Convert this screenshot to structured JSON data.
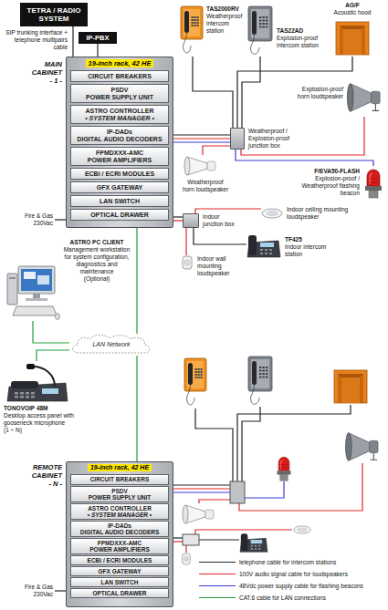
{
  "diagram": {
    "nodes": [
      {
        "text": [
          "TETRA / RADIO SYSTEM"
        ]
      },
      {
        "text": [
          "IP-PBX"
        ]
      },
      {
        "text": [
          "19-inch rack, 42 HE"
        ]
      },
      {
        "text": [
          "CIRCUIT BREAKERS"
        ],
        "in": 2
      },
      {
        "text": [
          "PSDV",
          "POWER SUPPLY UNIT"
        ],
        "in": 2
      },
      {
        "text": [
          "ASTRO CONTROLLER",
          "• SYSTEM MANAGER •"
        ],
        "in": 2
      },
      {
        "text": [
          "IP-DADs",
          "DIGITAL AUDIO DECODERS"
        ],
        "in": 2
      },
      {
        "text": [
          "FPMDXXX-AMC",
          "POWER AMPLIFIERS"
        ],
        "in": 2
      },
      {
        "text": [
          "ECBI / ECRI MODULES"
        ],
        "in": 2
      },
      {
        "text": [
          "GFX GATEWAY"
        ],
        "in": 2
      },
      {
        "text": [
          "LAN SWITCH"
        ],
        "in": 2
      },
      {
        "text": [
          "OPTICAL DRAWER"
        ],
        "in": 2
      },
      {
        "text": [
          "TAS2000RV",
          "Weatherproof intercom station"
        ]
      },
      {
        "text": [
          "TAS22AD",
          "Explosion-proof intercom station"
        ]
      },
      {
        "text": [
          "AG/F",
          "Acoustic hood"
        ]
      },
      {
        "text": [
          "Explosion-proof horn loudspeaker"
        ]
      },
      {
        "text": [
          "Weatherproof / Explosion-proof junction box"
        ]
      },
      {
        "text": [
          "Weatherproof horn loudspeaker"
        ]
      },
      {
        "text": [
          "F/EVA50-FLASH",
          "Explosion-proof / Weatherproof flashing beacon"
        ]
      },
      {
        "text": [
          "Indoor junction box"
        ]
      },
      {
        "text": [
          "Indoor ceiling mounting loudspeaker"
        ]
      },
      {
        "text": [
          "TF425",
          "Indoor intercom station"
        ]
      },
      {
        "text": [
          "Indoor wall mounting loudspeaker"
        ]
      },
      {
        "text": [
          "ASTRO PC CLIENT",
          "Management workstation for system configuration, diagnostics and maintenance",
          "(Optional)"
        ]
      },
      {
        "text": [
          "LAN Network"
        ]
      },
      {
        "text": [
          "TONOVOIP 48M",
          "Desktop access panel with gooseneck microphone",
          "(1 ÷ N)"
        ]
      },
      {
        "text": [
          "19-inch rack, 42 HE"
        ]
      },
      {
        "text": [
          "CIRCUIT BREAKERS"
        ],
        "in": 26
      },
      {
        "text": [
          "PSDV",
          "POWER SUPPLY UNIT"
        ],
        "in": 26
      },
      {
        "text": [
          "ASTRO CONTROLLER",
          "• SYSTEM MANAGER •"
        ],
        "in": 26
      },
      {
        "text": [
          "IP-DADs",
          "DIGITAL AUDIO DECODERS"
        ],
        "in": 26
      },
      {
        "text": [
          "FPMDXXX-AMC",
          "POWER AMPLIFIERS"
        ],
        "in": 26
      },
      {
        "text": [
          "ECBI / ECRI MODULES"
        ],
        "in": 26
      },
      {
        "text": [
          "GFX GATEWAY"
        ],
        "in": 26
      },
      {
        "text": [
          "LAN SWITCH"
        ],
        "in": 26
      },
      {
        "text": [
          "OPTICAL DRAWER"
        ],
        "in": 26
      }
    ],
    "edges": [
      {
        "from": 0,
        "to": 2,
        "arrow": "none"
      },
      {
        "from": 1,
        "to": 2,
        "arrow": "none"
      },
      {
        "from": 2,
        "to": 16,
        "arrow": "none"
      },
      {
        "from": 16,
        "to": 12,
        "arrow": "none"
      },
      {
        "from": 16,
        "to": 13,
        "arrow": "none"
      },
      {
        "from": 16,
        "to": 14,
        "arrow": "none"
      },
      {
        "from": 16,
        "to": 15,
        "arrow": "none"
      },
      {
        "from": 16,
        "to": 18,
        "arrow": "none"
      },
      {
        "from": 16,
        "to": 17,
        "arrow": "none"
      },
      {
        "from": 2,
        "to": 19,
        "arrow": "none"
      },
      {
        "from": 19,
        "to": 20,
        "arrow": "none"
      },
      {
        "from": 19,
        "to": 21,
        "arrow": "none"
      },
      {
        "from": 19,
        "to": 22,
        "arrow": "none"
      },
      {
        "from": 2,
        "to": 24,
        "arrow": "none"
      },
      {
        "from": 24,
        "to": 26,
        "arrow": "none"
      },
      {
        "from": 23,
        "to": 24,
        "arrow": "none"
      },
      {
        "from": 25,
        "to": 24,
        "arrow": "none"
      }
    ],
    "labels": [
      "SIP trunking interface + telephone multipairs cable",
      "MAIN CABINET - 1 -",
      "Fire & Gas 230Vac",
      "REMOTE CABINET - N -",
      "Fire & Gas 230Vac"
    ],
    "legend": [
      {
        "text": "telephone cable for intercom stations"
      },
      {
        "text": "100V audio signal cable for loudspeakers"
      },
      {
        "text": "48Vdc power supply cable for flashing beacons"
      },
      {
        "text": "CAT.6 cable for LAN connections"
      }
    ]
  }
}
